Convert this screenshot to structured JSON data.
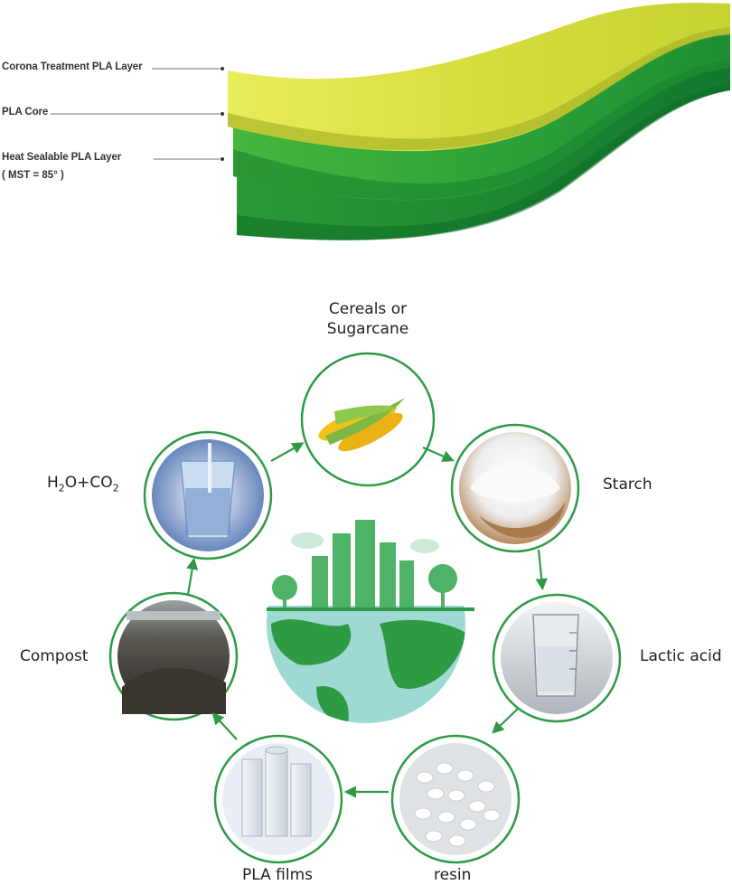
{
  "layers": {
    "corona": "Corona Treatment  PLA Layer",
    "core": "PLA Core",
    "heat": "Heat Sealable PLA Layer",
    "heat_sub": "( MST = 85° )"
  },
  "stages": {
    "cereals_line1": "Cereals or",
    "cereals_line2": "Sugarcane",
    "starch": "Starch",
    "lactic": "Lactic acid",
    "resin": "resin",
    "films": "PLA films",
    "compost": "Compost",
    "h2o_h": "H",
    "h2o_2": "2",
    "h2o_o": "O+CO",
    "co2_2": "2"
  },
  "icons": [
    "corn-icon",
    "starch-bowl-icon",
    "lab-beaker-icon",
    "resin-pellets-icon",
    "film-rolls-icon",
    "compost-pile-icon",
    "water-glass-icon",
    "green-city-earth-icon"
  ],
  "colors": {
    "accent": "#2e9a46",
    "layer_top": "#dde34a",
    "layer_core": "#33a83a",
    "layer_bottom": "#1f8a33"
  }
}
